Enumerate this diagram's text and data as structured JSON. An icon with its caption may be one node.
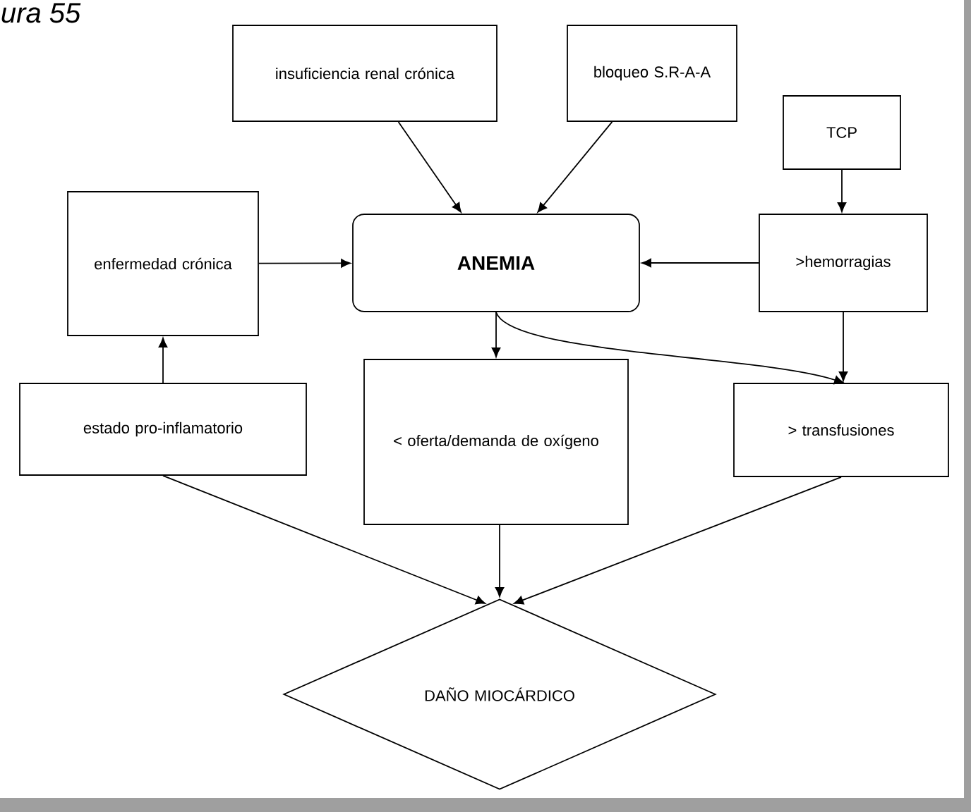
{
  "diagram": {
    "nodes": [
      {
        "text": [
          "insuficiencia renal crónica"
        ]
      },
      {
        "text": [
          "bloqueo S.R-A-A"
        ]
      },
      {
        "text": [
          "TCP"
        ]
      },
      {
        "text": [
          "enfermedad crónica"
        ]
      },
      {
        "text": [
          "ANEMIA"
        ]
      },
      {
        "text": [
          ">hemorragias"
        ]
      },
      {
        "text": [
          "estado pro-inflamatorio"
        ]
      },
      {
        "text": [
          "< oferta/demanda de oxígeno"
        ]
      },
      {
        "text": [
          "> transfusiones"
        ]
      },
      {
        "text": [
          "DAÑO MIOCÁRDICO"
        ]
      }
    ],
    "edges": [
      {
        "from": 0,
        "to": 4,
        "arrow": "to"
      },
      {
        "from": 1,
        "to": 4,
        "arrow": "to"
      },
      {
        "from": 2,
        "to": 5,
        "arrow": "to"
      },
      {
        "from": 3,
        "to": 4,
        "arrow": "to"
      },
      {
        "from": 5,
        "to": 4,
        "arrow": "to"
      },
      {
        "from": 4,
        "to": 7,
        "arrow": "to"
      },
      {
        "from": 4,
        "to": 8,
        "arrow": "to"
      },
      {
        "from": 5,
        "to": 8,
        "arrow": "to"
      },
      {
        "from": 6,
        "to": 3,
        "arrow": "to"
      },
      {
        "from": 6,
        "to": 9,
        "arrow": "to"
      },
      {
        "from": 7,
        "to": 9,
        "arrow": "to"
      },
      {
        "from": 8,
        "to": 9,
        "arrow": "to"
      }
    ],
    "labels": [
      "ura 55"
    ]
  }
}
